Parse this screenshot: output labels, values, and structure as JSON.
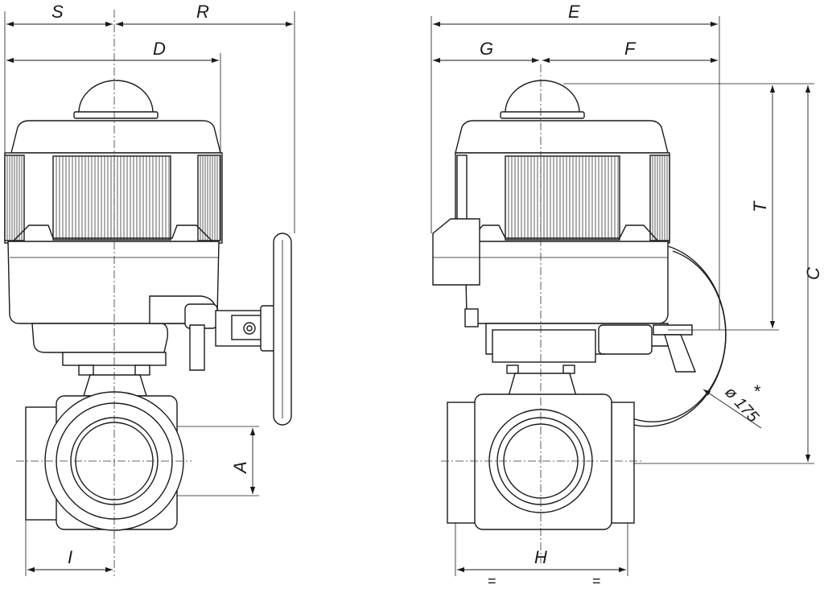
{
  "dimensions": {
    "S": "S",
    "R": "R",
    "D": "D",
    "A": "A",
    "I": "I",
    "E": "E",
    "G": "G",
    "F": "F",
    "T": "T",
    "C": "C",
    "H": "H",
    "handwheel": "ø 175",
    "asterisk": "*",
    "equal_left": "=",
    "equal_right": "="
  }
}
